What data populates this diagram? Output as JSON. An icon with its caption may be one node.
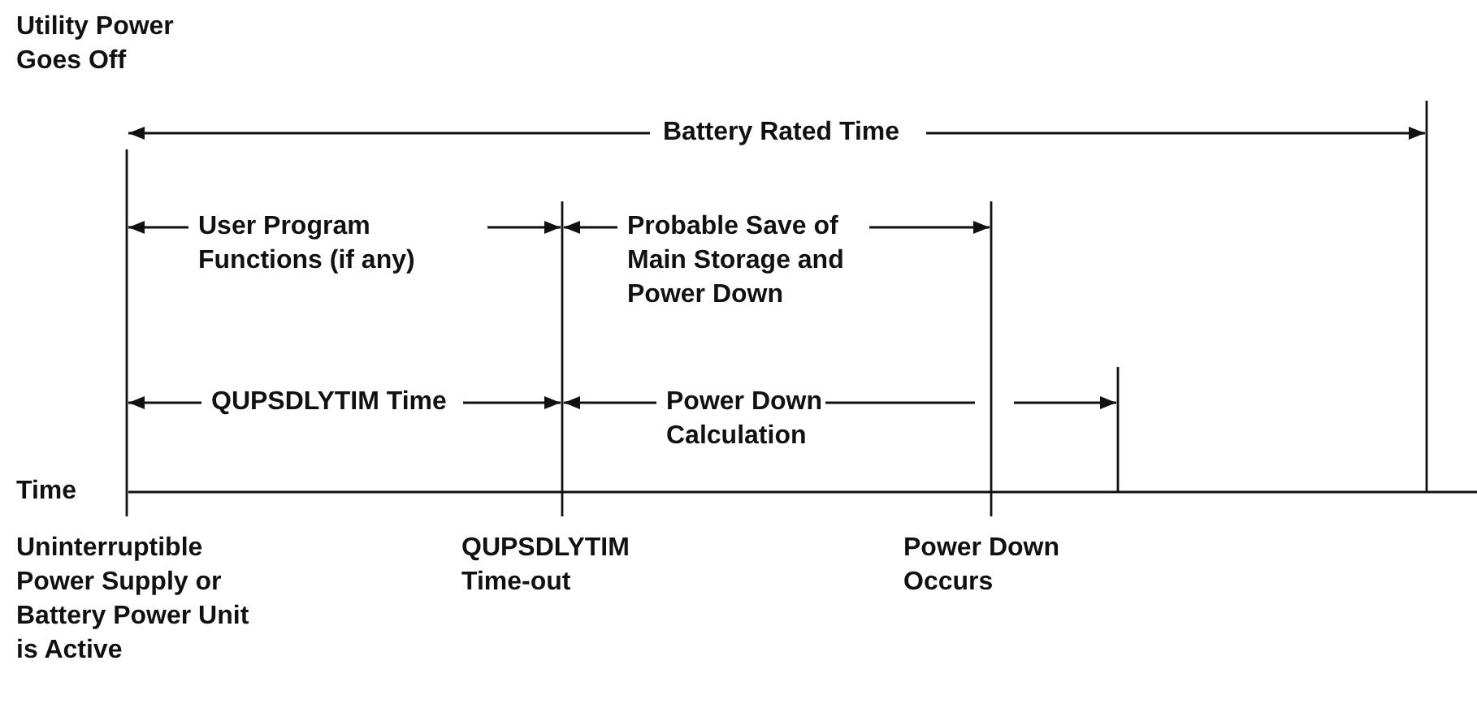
{
  "diagram": {
    "labels": [
      "Utility Power Goes Off",
      "Battery Rated Time",
      "User Program Functions (if any)",
      "Probable Save of Main Storage and Power Down",
      "QUPSDLYTIM Time",
      "Power Down Calculation",
      "Time",
      "Uninterruptible Power Supply or Battery Power Unit is Active",
      "QUPSDLYTIM Time-out",
      "Power Down Occurs"
    ]
  }
}
